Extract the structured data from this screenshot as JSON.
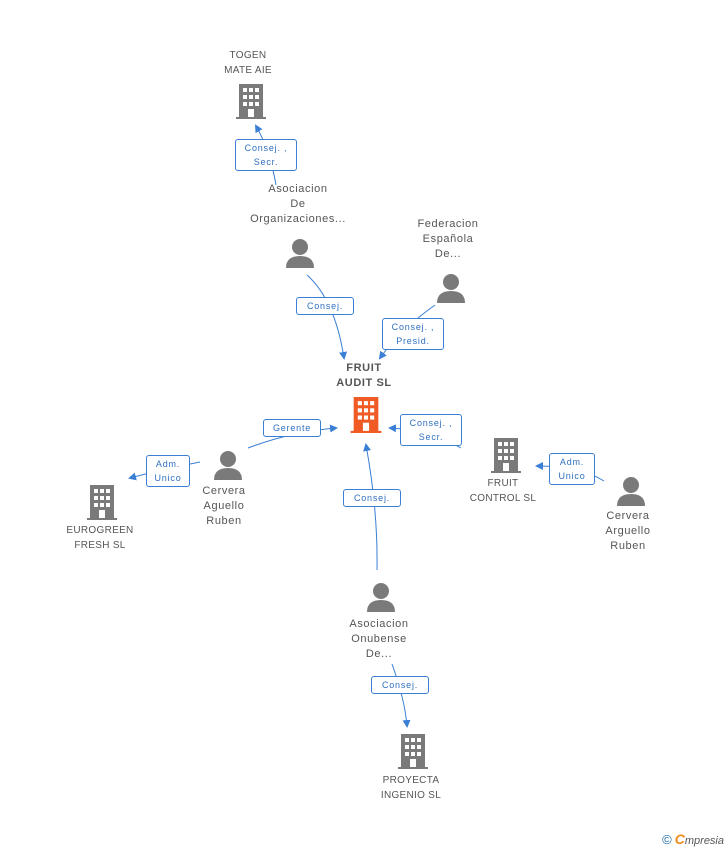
{
  "colors": {
    "edge": "#3a7fd5",
    "company": "#7a7a7a",
    "main": "#f05a24",
    "person": "#7a7a7a"
  },
  "nodes": {
    "togen": {
      "type": "company",
      "lines": [
        "TOGEN",
        "MATE AIE"
      ]
    },
    "asoc_org": {
      "type": "person",
      "lines": [
        "Asociacion",
        "De",
        "Organizaciones..."
      ]
    },
    "federacion": {
      "type": "person",
      "lines": [
        "Federacion",
        "Española",
        "De..."
      ]
    },
    "fruit_audit": {
      "type": "company-main",
      "lines": [
        "FRUIT",
        "AUDIT SL"
      ]
    },
    "cervera1": {
      "type": "person",
      "lines": [
        "Cervera",
        "Aguello",
        "Ruben"
      ]
    },
    "eurogreen": {
      "type": "company",
      "lines": [
        "EUROGREEN",
        "FRESH SL"
      ]
    },
    "fruit_control": {
      "type": "company",
      "lines": [
        "FRUIT",
        "CONTROL SL"
      ]
    },
    "cervera2": {
      "type": "person",
      "lines": [
        "Cervera",
        "Arguello",
        "Ruben"
      ]
    },
    "asoc_onub": {
      "type": "person",
      "lines": [
        "Asociacion",
        "Onubense",
        "De..."
      ]
    },
    "proyecta": {
      "type": "company",
      "lines": [
        "PROYECTA",
        "INGENIO SL"
      ]
    }
  },
  "edges": {
    "e1": {
      "lines": [
        "Consej. ,",
        "Secr."
      ]
    },
    "e2": {
      "lines": [
        "Consej."
      ]
    },
    "e3": {
      "lines": [
        "Consej. ,",
        "Presid."
      ]
    },
    "e4": {
      "lines": [
        "Gerente"
      ]
    },
    "e5": {
      "lines": [
        "Adm.",
        "Unico"
      ]
    },
    "e6": {
      "lines": [
        "Consej. ,",
        "Secr."
      ]
    },
    "e7": {
      "lines": [
        "Adm.",
        "Unico"
      ]
    },
    "e8": {
      "lines": [
        "Consej."
      ]
    },
    "e9": {
      "lines": [
        "Consej."
      ]
    }
  },
  "footer": {
    "copyright": "©",
    "brand_initial": "C",
    "brand_rest": "mpresia"
  }
}
